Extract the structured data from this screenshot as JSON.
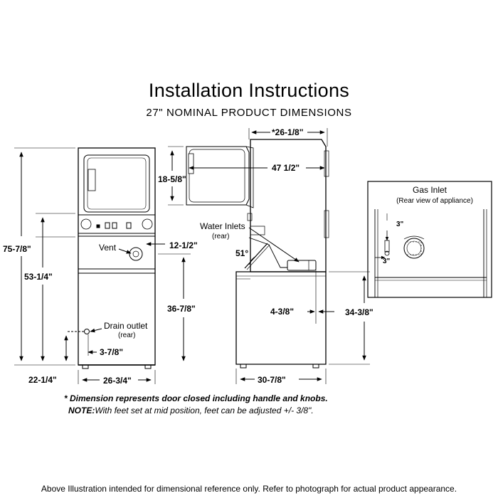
{
  "title": "Installation Instructions",
  "subtitle": "27\" NOMINAL PRODUCT DIMENSIONS",
  "front_view": {
    "height_total": "75-7/8\"",
    "height_washer_top": "53-1/4\"",
    "height_vent": "36-7/8\"",
    "height_drain": "22-1/4\"",
    "vent_label": "Vent",
    "vent_offset": "12-1/2\"",
    "drain_label": "Drain outlet",
    "drain_sub": "(rear)",
    "drain_offset": "3-7/8\"",
    "width": "26-3/4\""
  },
  "side_view": {
    "dryer_depth": "*26-1/8\"",
    "door_open_depth": "47 1/2\"",
    "door_height": "18-5/8\"",
    "water_inlets_label": "Water Inlets",
    "water_inlets_sub": "(rear)",
    "lid_angle": "51°",
    "inlet_offset": "4-3/8\"",
    "washer_height": "34-3/8\"",
    "washer_depth": "30-7/8\""
  },
  "gas_inlet": {
    "title": "Gas Inlet",
    "subtitle": "(Rear view of appliance)",
    "dim_vertical": "3\"",
    "dim_horizontal": "3\""
  },
  "notes": {
    "asterisk_note": "* Dimension represents door closed including handle and knobs.",
    "note_prefix": "NOTE:",
    "note_text": "With feet set at mid position, feet can be adjusted +/- 3/8\"."
  },
  "footer": "Above Illustration intended for dimensional reference only. Refer to photograph for actual product appearance."
}
